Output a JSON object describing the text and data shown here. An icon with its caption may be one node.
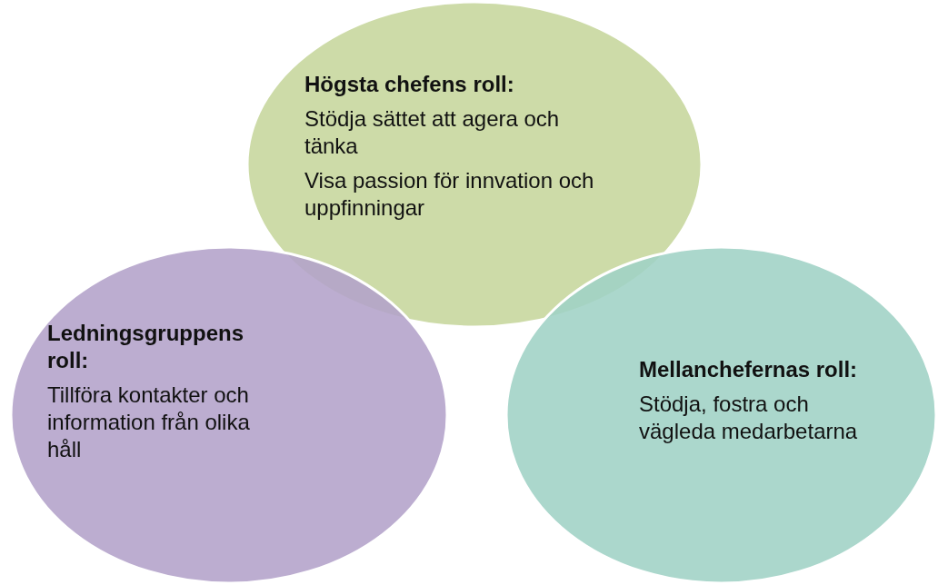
{
  "diagram": {
    "nodes": [
      {
        "text": [
          "Högsta chefens roll:",
          "Stödja sättet att agera och tänka",
          "Visa passion för innvation och uppfinningar"
        ]
      },
      {
        "text": [
          "Ledningsgruppens roll:",
          "Tillföra kontakter och information från olika håll"
        ]
      },
      {
        "text": [
          "Mellanchefernas roll:",
          "Stödja, fostra och vägleda medarbetarna"
        ]
      }
    ]
  }
}
